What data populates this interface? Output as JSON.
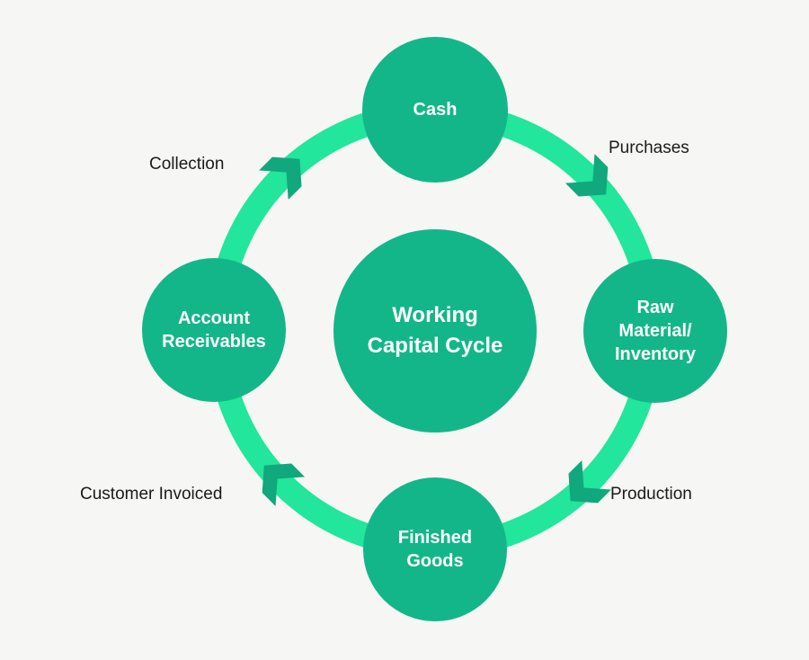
{
  "diagram": {
    "type": "cycle",
    "title": "Working Capital Cycle",
    "direction": "clockwise",
    "center": {
      "label": "Working\nCapital Cycle"
    },
    "nodes": [
      {
        "id": "cash",
        "label": "Cash",
        "position": "top"
      },
      {
        "id": "raw-material-inventory",
        "label": "Raw\nMaterial/\nInventory",
        "position": "right"
      },
      {
        "id": "finished-goods",
        "label": "Finished\nGoods",
        "position": "bottom"
      },
      {
        "id": "account-receivables",
        "label": "Account\nReceivables",
        "position": "left"
      }
    ],
    "transitions": [
      {
        "id": "purchases",
        "label": "Purchases",
        "from": "cash",
        "to": "raw-material-inventory"
      },
      {
        "id": "production",
        "label": "Production",
        "from": "raw-material-inventory",
        "to": "finished-goods"
      },
      {
        "id": "customer-invoiced",
        "label": "Customer Invoiced",
        "from": "finished-goods",
        "to": "account-receivables"
      },
      {
        "id": "collection",
        "label": "Collection",
        "from": "account-receivables",
        "to": "cash"
      }
    ],
    "colors": {
      "background": "#f6f6f4",
      "node_fill": "#13b689",
      "ring": "#21e69c",
      "arrow": "#10a87c",
      "node_text": "#ffffff",
      "label_text": "#1a1a1a"
    }
  }
}
